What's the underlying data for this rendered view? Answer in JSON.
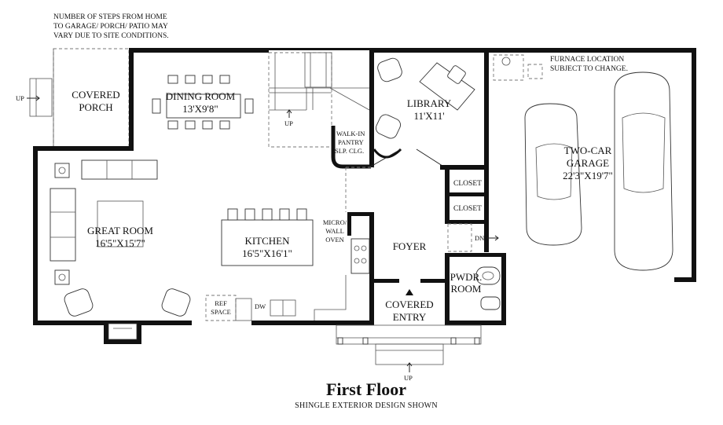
{
  "notes": {
    "steps": [
      "NUMBER OF STEPS FROM HOME",
      "TO GARAGE/ PORCH/ PATIO MAY",
      "VARY DUE TO SITE CONDITIONS."
    ],
    "furnace": [
      "FURNACE LOCATION",
      "SUBJECT TO CHANGE."
    ]
  },
  "rooms": {
    "covered_porch": [
      "COVERED",
      "PORCH"
    ],
    "dining_room": [
      "DINING ROOM",
      "13'X9'8\""
    ],
    "library": [
      "LIBRARY",
      "11'X11'"
    ],
    "walk_in_pantry": [
      "WALK-IN",
      "PANTRY",
      "SLP. CLG."
    ],
    "great_room": [
      "GREAT ROOM",
      "16'5\"X15'7\""
    ],
    "kitchen": [
      "KITCHEN",
      "16'5\"X16'1\""
    ],
    "micro_wall_oven": [
      "MICRO/",
      "WALL",
      "OVEN"
    ],
    "foyer": "FOYER",
    "closet_1": "CLOSET",
    "closet_2": "CLOSET",
    "pwdr_room": [
      "PWDR.",
      "ROOM"
    ],
    "covered_entry": [
      "COVERED",
      "ENTRY"
    ],
    "garage": [
      "TWO-CAR",
      "GARAGE",
      "22'3\"X19'7\""
    ],
    "ref_space": [
      "REF",
      "SPACE"
    ],
    "dw": "DW"
  },
  "markers": {
    "up_left": "UP",
    "up_stairs": "UP",
    "up_bottom": "UP",
    "dn": "DN"
  },
  "title": "First Floor",
  "subtitle": "SHINGLE EXTERIOR DESIGN SHOWN"
}
